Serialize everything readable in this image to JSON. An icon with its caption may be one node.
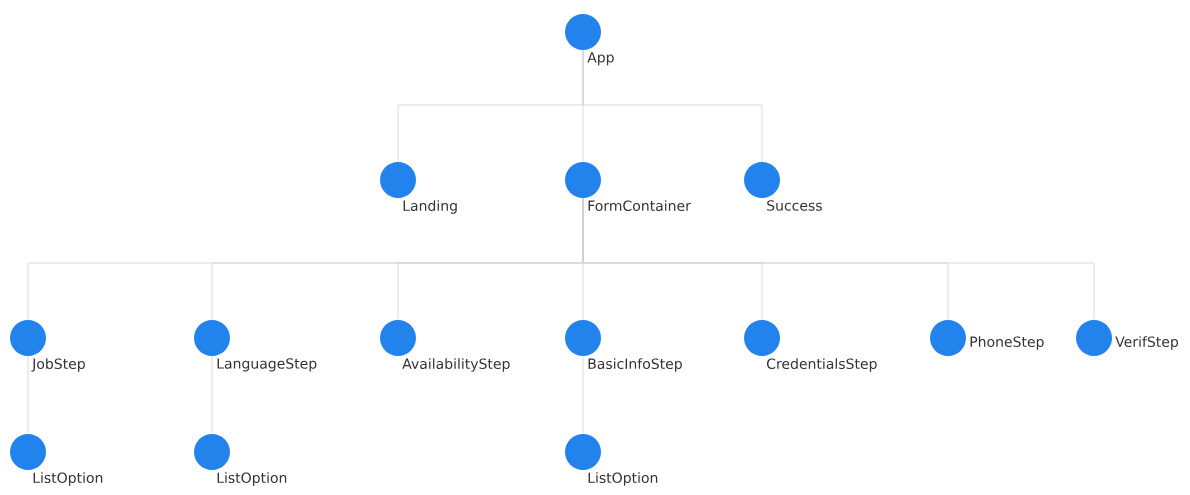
{
  "diagram": {
    "nodes": [
      {
        "text": [],
        "shape": "circle",
        "beside": [
          "App"
        ]
      },
      {
        "text": [],
        "shape": "circle",
        "beside": [
          "Landing"
        ]
      },
      {
        "text": [],
        "shape": "circle",
        "beside": [
          "FormContainer"
        ]
      },
      {
        "text": [],
        "shape": "circle",
        "beside": [
          "Success"
        ]
      },
      {
        "text": [],
        "shape": "circle",
        "beside": [
          "JobStep"
        ]
      },
      {
        "text": [],
        "shape": "circle",
        "beside": [
          "LanguageStep"
        ]
      },
      {
        "text": [],
        "shape": "circle",
        "beside": [
          "AvailabilityStep"
        ]
      },
      {
        "text": [],
        "shape": "circle",
        "beside": [
          "BasicInfoStep"
        ]
      },
      {
        "text": [],
        "shape": "circle",
        "beside": [
          "CredentialsStep"
        ]
      },
      {
        "text": [],
        "shape": "circle",
        "beside": [
          "PhoneStep"
        ]
      },
      {
        "text": [],
        "shape": "circle",
        "beside": [
          "VerifStep"
        ]
      },
      {
        "text": [],
        "shape": "circle",
        "beside": [
          "ListOption"
        ]
      },
      {
        "text": [],
        "shape": "circle",
        "beside": [
          "ListOption"
        ]
      },
      {
        "text": [],
        "shape": "circle",
        "beside": [
          "ListOption"
        ]
      }
    ],
    "edges": [
      {
        "from": 0,
        "to": 1,
        "arrow": "none"
      },
      {
        "from": 0,
        "to": 2,
        "arrow": "none"
      },
      {
        "from": 0,
        "to": 3,
        "arrow": "none"
      },
      {
        "from": 2,
        "to": 4,
        "arrow": "none"
      },
      {
        "from": 2,
        "to": 5,
        "arrow": "none"
      },
      {
        "from": 2,
        "to": 6,
        "arrow": "none"
      },
      {
        "from": 2,
        "to": 7,
        "arrow": "none"
      },
      {
        "from": 2,
        "to": 8,
        "arrow": "none"
      },
      {
        "from": 2,
        "to": 9,
        "arrow": "none"
      },
      {
        "from": 2,
        "to": 10,
        "arrow": "none"
      },
      {
        "from": 4,
        "to": 11,
        "arrow": "none"
      },
      {
        "from": 5,
        "to": 12,
        "arrow": "none"
      },
      {
        "from": 7,
        "to": 13,
        "arrow": "none"
      }
    ]
  }
}
